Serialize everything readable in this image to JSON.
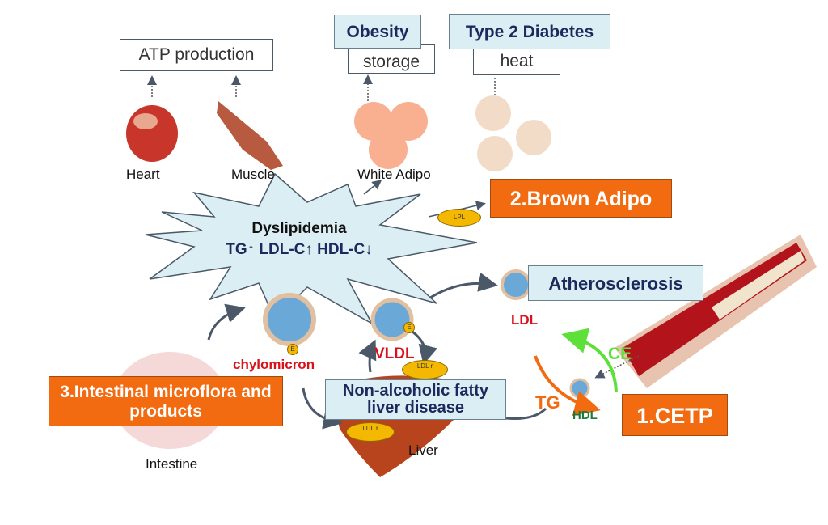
{
  "top_boxes": {
    "atp": "ATP production",
    "obesity": "Obesity",
    "storage": "storage",
    "t2d": "Type 2 Diabetes",
    "heat": "heat"
  },
  "tissues": {
    "heart": "Heart",
    "muscle": "Muscle",
    "white_adipo": "White Adipo",
    "intestine": "Intestine",
    "liver": "Liver"
  },
  "center": {
    "title": "Dyslipidemia",
    "subtitle": "TG↑ LDL-C↑ HDL-C↓"
  },
  "targets": {
    "brown": "2.Brown Adipo",
    "cetp": "1.CETP",
    "intestinal": "3.Intestinal microflora and products"
  },
  "disease_boxes": {
    "athero": "Atherosclerosis",
    "nafld": "Non-alcoholic fatty liver disease"
  },
  "particles": {
    "chylomicron": "chylomicron",
    "vldl": "VLDL",
    "ldl": "LDL",
    "hdl": "HDL",
    "apoe": "E"
  },
  "enzymes": {
    "lpl": "LPL",
    "ldlr": "LDL r"
  },
  "transfer": {
    "ce": "CE",
    "tg": "TG"
  },
  "colors": {
    "orange": "#f26b10",
    "star": "#dbeef3",
    "navy": "#1b2a5c",
    "red": "#d8121b",
    "green": "#5de03a"
  }
}
